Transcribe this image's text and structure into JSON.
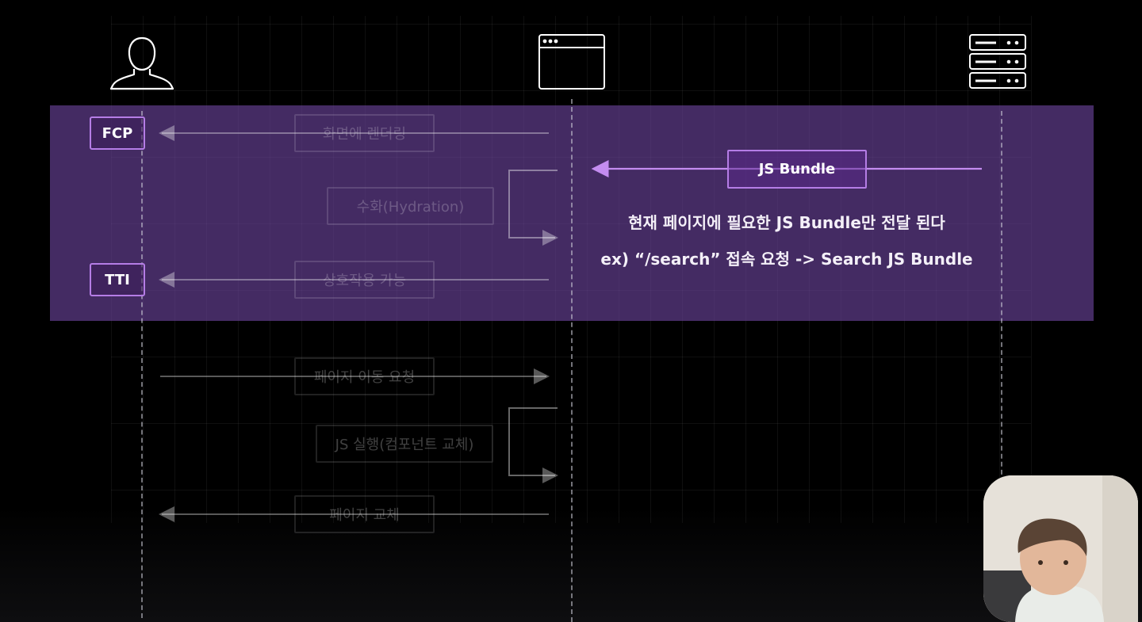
{
  "actors": {
    "user": {
      "icon": "user-icon"
    },
    "browser": {
      "icon": "browser-window-icon"
    },
    "server": {
      "icon": "server-stack-icon"
    }
  },
  "badges": {
    "fcp": "FCP",
    "tti": "TTI"
  },
  "messages": {
    "render": "화면에 렌더링",
    "hydration": "수화(Hydration)",
    "interactive": "상호작용 가능",
    "page_move_request": "페이지 이동 요청",
    "js_execute": "JS 실행(컴포넌트 교체)",
    "page_replace": "페이지 교체"
  },
  "highlight": {
    "js_bundle": "JS Bundle",
    "caption_line1": "현재 페이지에 필요한 JS Bundle만 전달 된다",
    "caption_line2": "ex) “/search” 접속 요청 -> Search JS Bundle"
  },
  "colors": {
    "band": "#6e46a0",
    "accent": "#b57de6",
    "background": "#000000"
  }
}
